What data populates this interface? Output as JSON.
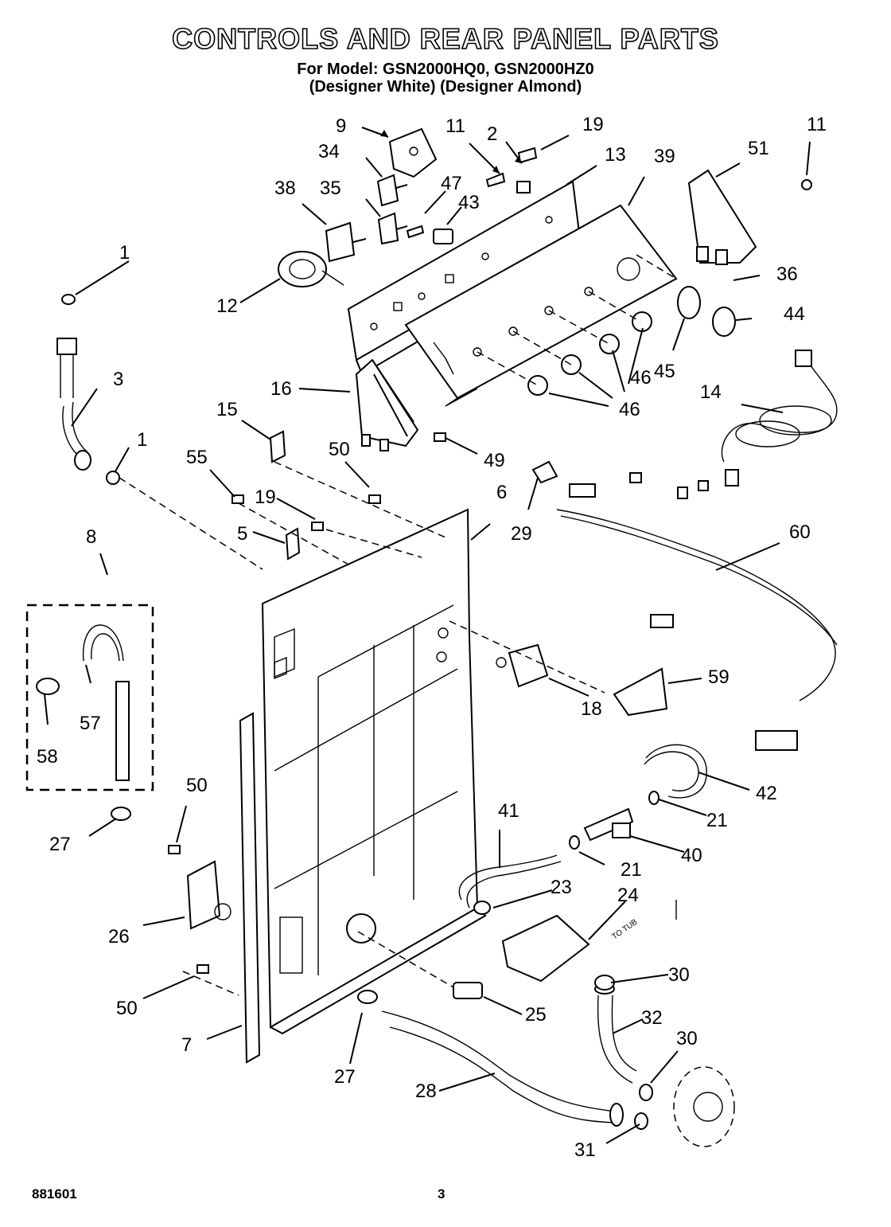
{
  "title": "CONTROLS AND REAR PANEL PARTS",
  "model_line": "For Model: GSN2000HQ0, GSN2000HZ0",
  "color_line": "(Designer White) (Designer Almond)",
  "doc_number": "881601",
  "page_number": "3",
  "annotation_to_tub": "TO TUB",
  "callouts": [
    "9",
    "11",
    "2",
    "19",
    "13",
    "39",
    "51",
    "11",
    "34",
    "47",
    "43",
    "38",
    "35",
    "1",
    "12",
    "36",
    "44",
    "3",
    "45",
    "46",
    "46",
    "14",
    "16",
    "15",
    "1",
    "50",
    "55",
    "19",
    "49",
    "6",
    "5",
    "29",
    "60",
    "8",
    "57",
    "58",
    "18",
    "59",
    "27",
    "50",
    "42",
    "41",
    "21",
    "40",
    "21",
    "26",
    "23",
    "24",
    "30",
    "50",
    "25",
    "32",
    "7",
    "30",
    "27",
    "28",
    "31"
  ]
}
